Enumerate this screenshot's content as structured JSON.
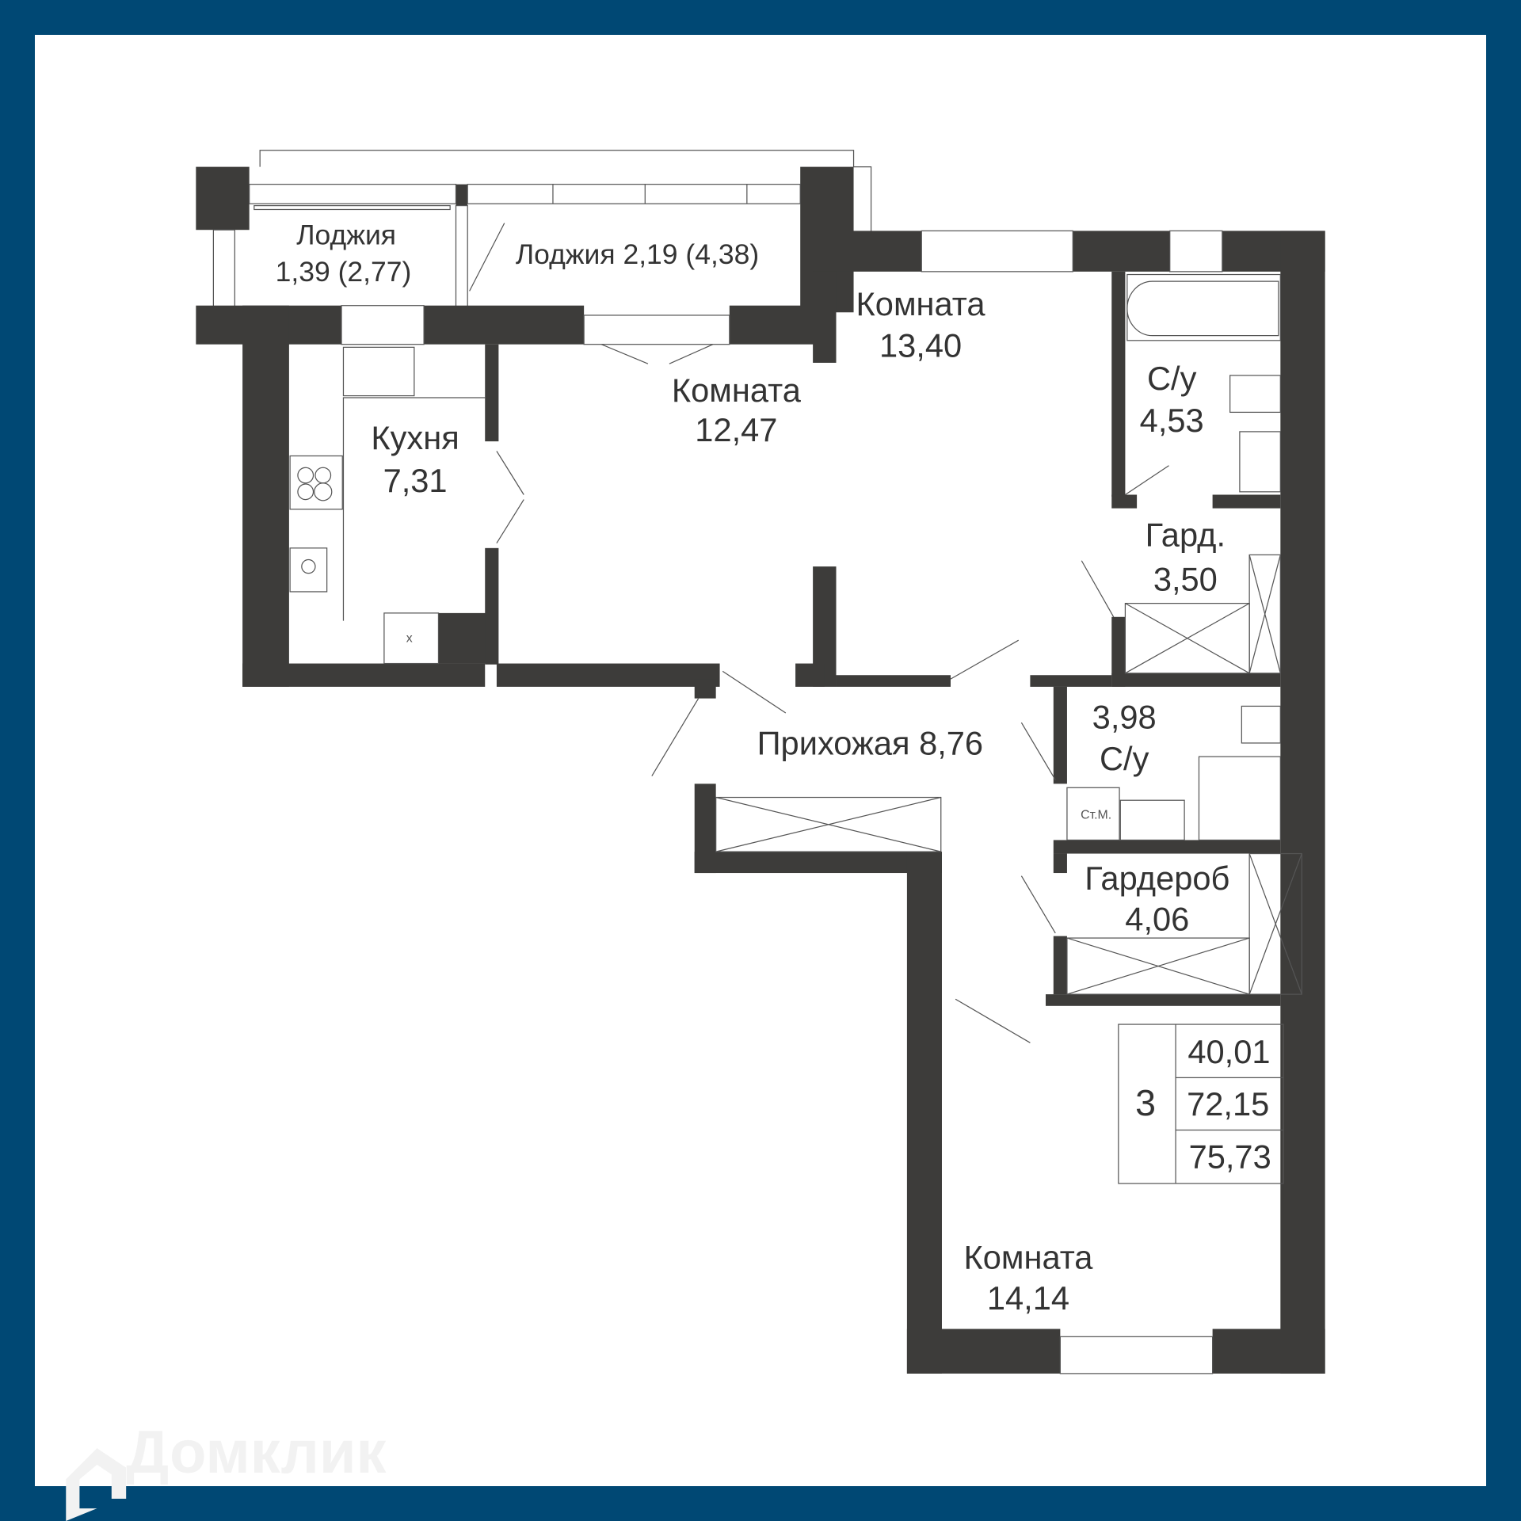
{
  "plan": {
    "rooms": {
      "loggia1": {
        "name": "Лоджия",
        "area": "1,39 (2,77)"
      },
      "loggia2": {
        "label": "Лоджия  2,19 (4,38)"
      },
      "room1": {
        "name": "Комната",
        "area": "12,47"
      },
      "room2": {
        "name": "Комната",
        "area": "13,40"
      },
      "bath1": {
        "name": "С/у",
        "area": "4,53"
      },
      "kitchen": {
        "name": "Кухня",
        "area": "7,31"
      },
      "closet1": {
        "name": "Гард.",
        "area": "3,50"
      },
      "hallway": {
        "label": "Прихожая 8,76"
      },
      "bath2": {
        "area": "3,98",
        "name": "С/у",
        "washer": "Ст.М."
      },
      "wardrobe": {
        "name": "Гардероб",
        "area": "4,06"
      },
      "room3": {
        "name": "Комната",
        "area": "14,14"
      }
    },
    "summary": {
      "rooms_count": "3",
      "living_area": "40,01",
      "total_area": "72,15",
      "total_with_loggias": "75,73"
    },
    "kitchen_mark": "x"
  },
  "watermark": {
    "text": "Домклик",
    "icon": "house-logo-icon"
  },
  "colors": {
    "border": "#004874",
    "walls": "#3d3c3a",
    "background": "#ffffff"
  }
}
